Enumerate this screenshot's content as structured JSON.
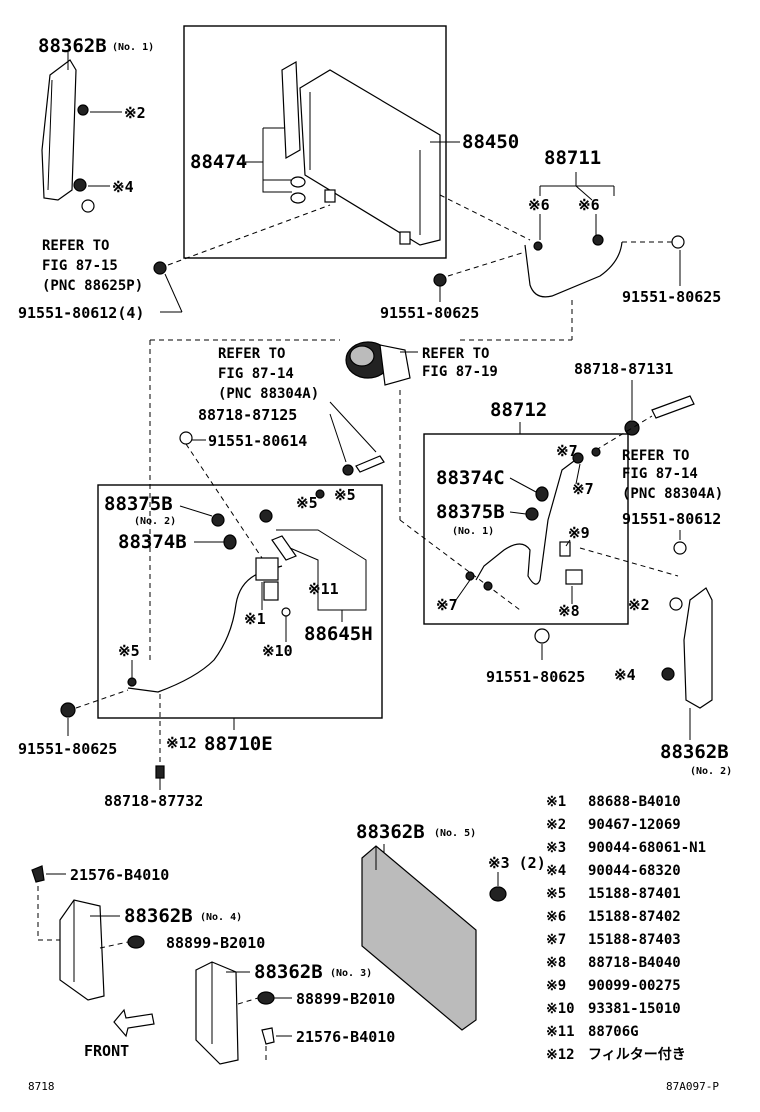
{
  "parts": {
    "p88362B_no1": "88362B",
    "p88362B_no1_sub": "(No. 1)",
    "p88474": "88474",
    "p88450": "88450",
    "p88711": "88711",
    "p91551_80612_4": "91551-80612(4)",
    "p91551_80625_a": "91551-80625",
    "p91551_80625_b": "91551-80625",
    "p88718_87125": "88718-87125",
    "p91551_80614": "91551-80614",
    "p88718_87131": "88718-87131",
    "p88712": "88712",
    "p88374C": "88374C",
    "p88375B_r": "88375B",
    "p88375B_r_sub": "(No. 1)",
    "p91551_80612": "91551-80612",
    "p88375B_l": "88375B",
    "p88375B_l_sub": "(No. 2)",
    "p88374B": "88374B",
    "p88645H": "88645H",
    "p91551_80625_c": "91551-80625",
    "p91551_80625_d": "91551-80625",
    "p88710E": "88710E",
    "p88362B_no2": "88362B",
    "p88362B_no2_sub": "(No. 2)",
    "p88718_87732": "88718-87732",
    "p88362B_no5": "88362B",
    "p88362B_no5_sub": "(No. 5)",
    "p21576_a": "21576-B4010",
    "p88362B_no4": "88362B",
    "p88362B_no4_sub": "(No. 4)",
    "p88899_a": "88899-B2010",
    "p88362B_no3": "88362B",
    "p88362B_no3_sub": "(No. 3)",
    "p88899_b": "88899-B2010",
    "p21576_b": "21576-B4010"
  },
  "markers": {
    "m2": "※2",
    "m4": "※4",
    "m6a": "※6",
    "m6b": "※6",
    "m5a": "※5",
    "m5b": "※5",
    "m5c": "※5",
    "m11": "※11",
    "m1": "※1",
    "m10": "※10",
    "m12": "※12",
    "m7a": "※7",
    "m7b": "※7",
    "m7c": "※7",
    "m9": "※9",
    "m8": "※8",
    "m2r": "※2",
    "m4r": "※4",
    "m3": "※3 (2)"
  },
  "refs": {
    "ref1_l1": "REFER TO",
    "ref1_l2": "FIG 87-15",
    "ref1_l3": "(PNC 88625P)",
    "ref2_l1": "REFER TO",
    "ref2_l2": "FIG 87-14",
    "ref2_l3": "(PNC 88304A)",
    "ref3_l1": "REFER TO",
    "ref3_l2": "FIG 87-19",
    "ref4_l1": "REFER TO",
    "ref4_l2": "FIG 87-14",
    "ref4_l3": "(PNC 88304A)"
  },
  "legend": [
    {
      "key": "※1",
      "value": "88688-B4010"
    },
    {
      "key": "※2",
      "value": "90467-12069"
    },
    {
      "key": "※3",
      "value": "90044-68061-N1"
    },
    {
      "key": "※4",
      "value": "90044-68320"
    },
    {
      "key": "※5",
      "value": "15188-87401"
    },
    {
      "key": "※6",
      "value": "15188-87402"
    },
    {
      "key": "※7",
      "value": "15188-87403"
    },
    {
      "key": "※8",
      "value": "88718-B4040"
    },
    {
      "key": "※9",
      "value": "90099-00275"
    },
    {
      "key": "※10",
      "value": "93381-15010"
    },
    {
      "key": "※11",
      "value": "88706G"
    },
    {
      "key": "※12",
      "value": "フィルター付き"
    }
  ],
  "front_label": "FRONT",
  "fig_number": "8718",
  "drawing_code": "87A097-P"
}
